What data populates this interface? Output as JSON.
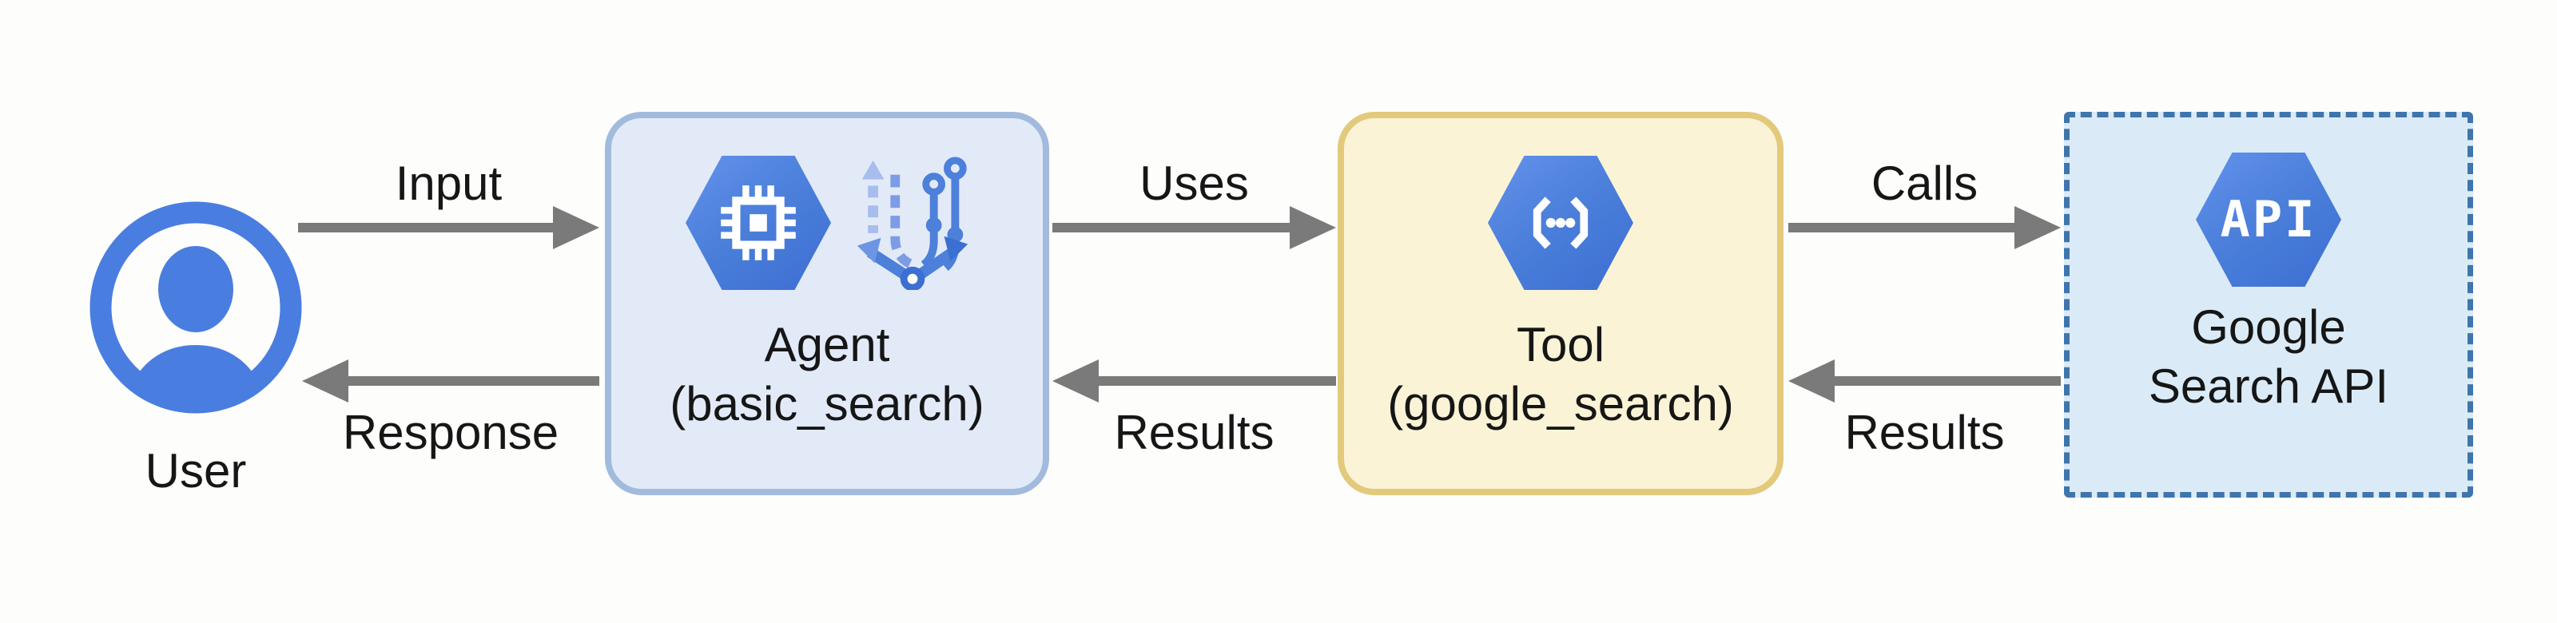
{
  "diagram": {
    "background_color": "#fdfdfb",
    "arrow_color": "#7a7a7a",
    "accent_blue": "#4a7de0",
    "hexagon_blue": "#4c80db",
    "nodes": {
      "user": {
        "label": "User",
        "icon": "user-icon",
        "color": "#4a7de0"
      },
      "agent": {
        "title": "Agent",
        "subtitle": "(basic_search)",
        "icons": [
          "chip-hexagon-icon",
          "branch-flow-icon"
        ],
        "fill": "#e2eaf8",
        "border_color": "#a2badd"
      },
      "tool": {
        "title": "Tool",
        "subtitle": "(google_search)",
        "icon": "code-brackets-hexagon-icon",
        "fill": "#faf3d6",
        "border_color": "#e3c97c"
      },
      "api": {
        "title": "Google",
        "subtitle": "Search API",
        "icon": "api-hexagon-icon",
        "icon_text": "API",
        "fill": "#daebf7",
        "border_color": "#3f75ad",
        "border_style": "dashed"
      }
    },
    "edges": [
      {
        "label": "Input",
        "from": "User",
        "to": "Agent",
        "direction": "right"
      },
      {
        "label": "Response",
        "from": "Agent",
        "to": "User",
        "direction": "left"
      },
      {
        "label": "Uses",
        "from": "Agent",
        "to": "Tool",
        "direction": "right"
      },
      {
        "label": "Results",
        "from": "Tool",
        "to": "Agent",
        "direction": "left"
      },
      {
        "label": "Calls",
        "from": "Tool",
        "to": "Google Search API",
        "direction": "right"
      },
      {
        "label": "Results",
        "from": "Google Search API",
        "to": "Tool",
        "direction": "left"
      }
    ]
  }
}
